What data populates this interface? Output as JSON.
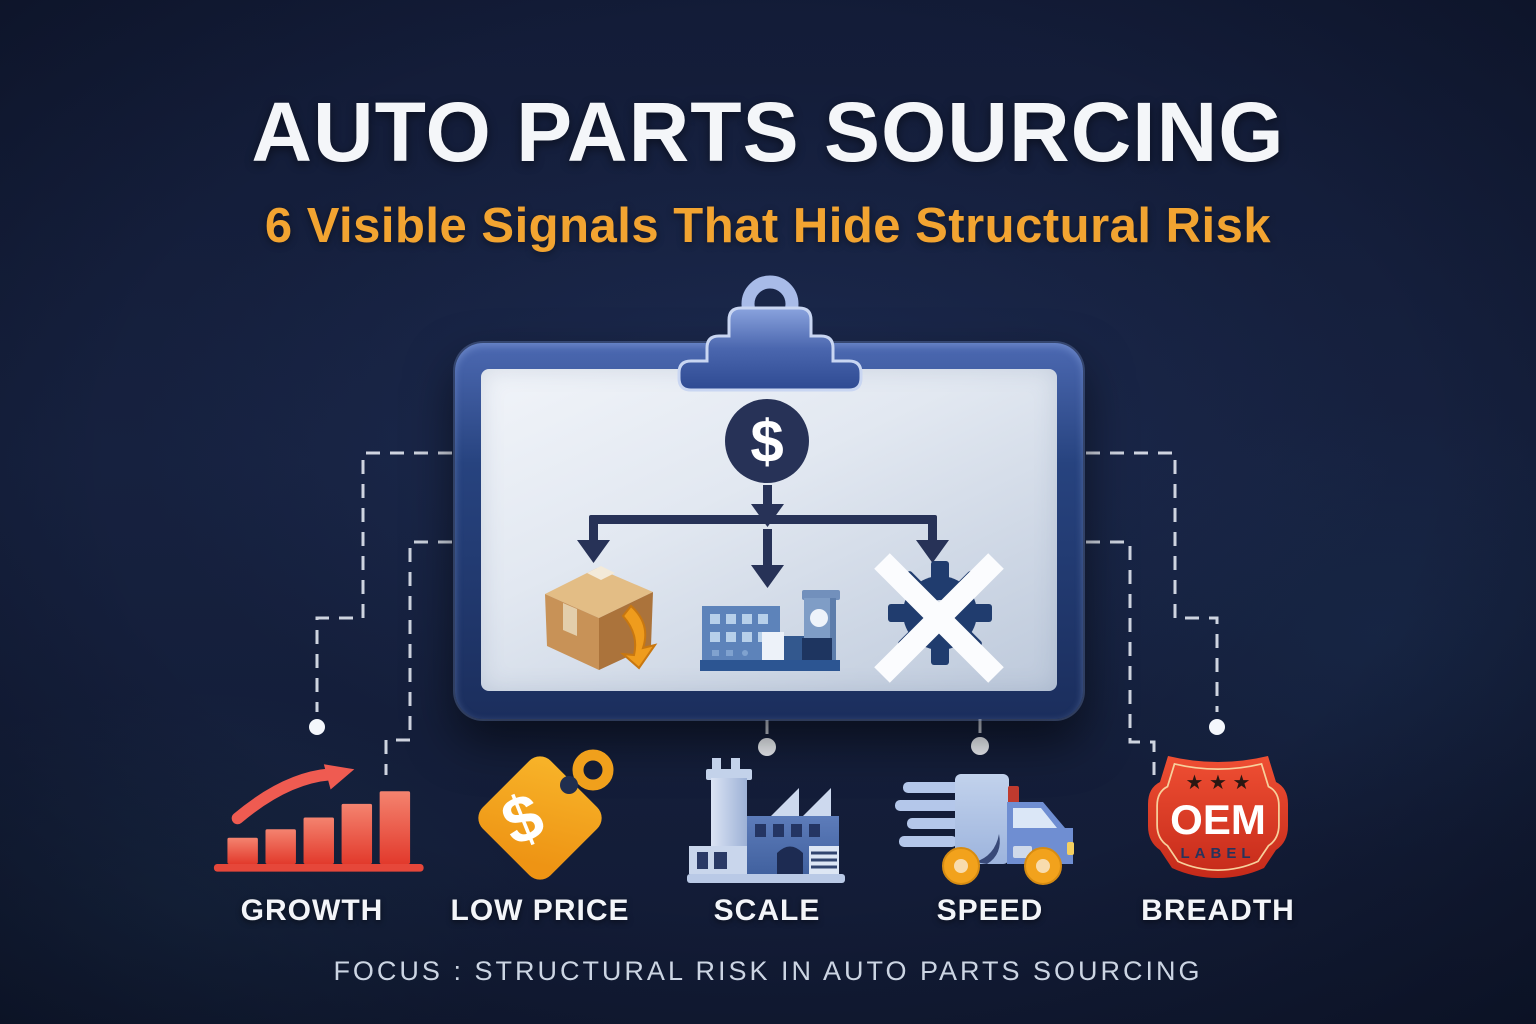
{
  "header": {
    "title": "AUTO PARTS SOURCING",
    "subtitle": "6 Visible Signals That Hide Structural Risk"
  },
  "clipboard": {
    "dollar_symbol": "$"
  },
  "signals": [
    {
      "label": "GROWTH",
      "icon": "growth-trend-icon"
    },
    {
      "label": "LOW PRICE",
      "icon": "price-tag-icon",
      "symbol": "$"
    },
    {
      "label": "SCALE",
      "icon": "factory-icon"
    },
    {
      "label": "SPEED",
      "icon": "delivery-truck-icon"
    },
    {
      "label": "BREADTH",
      "icon": "oem-badge-icon",
      "badge": {
        "stars": "★ ★ ★",
        "title": "OEM",
        "subtitle": "LABEL"
      }
    }
  ],
  "footer": {
    "text": "FOCUS : STRUCTURAL RISK IN AUTO PARTS SOURCING"
  },
  "colors": {
    "background_navy": "#16213F",
    "title_white": "#F4F6F9",
    "accent_orange": "#F2A431",
    "growth_red": "#E8463A",
    "tag_orange": "#F2A21D",
    "clipboard_blue": "#27437F",
    "paper_gray": "#E2E8F1",
    "flow_navy": "#273257",
    "truck_blue": "#6F8ED2",
    "badge_red": "#D93A25"
  }
}
